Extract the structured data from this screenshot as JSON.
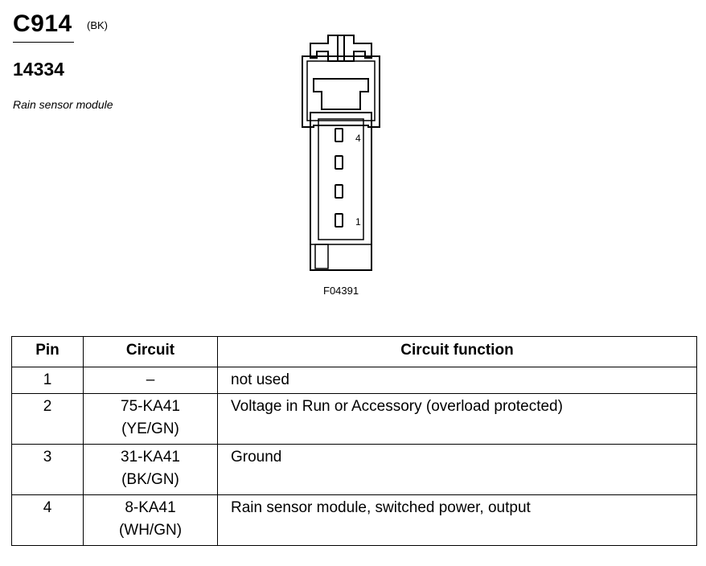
{
  "header": {
    "connector_code": "C914",
    "color_code": "(BK)",
    "part_number": "14334",
    "description": "Rain sensor module"
  },
  "diagram": {
    "figure_id": "F04391",
    "pin_top_label": "4",
    "pin_bottom_label": "1"
  },
  "table": {
    "headers": {
      "pin": "Pin",
      "circuit": "Circuit",
      "function": "Circuit function"
    },
    "rows": [
      {
        "pin": "1",
        "circuit": "–",
        "color": "",
        "function": "not used"
      },
      {
        "pin": "2",
        "circuit": "75-KA41",
        "color": "(YE/GN)",
        "function": "Voltage in Run or Accessory (overload protected)"
      },
      {
        "pin": "3",
        "circuit": "31-KA41",
        "color": "(BK/GN)",
        "function": "Ground"
      },
      {
        "pin": "4",
        "circuit": "8-KA41",
        "color": "(WH/GN)",
        "function": "Rain sensor module, switched power, output"
      }
    ]
  }
}
